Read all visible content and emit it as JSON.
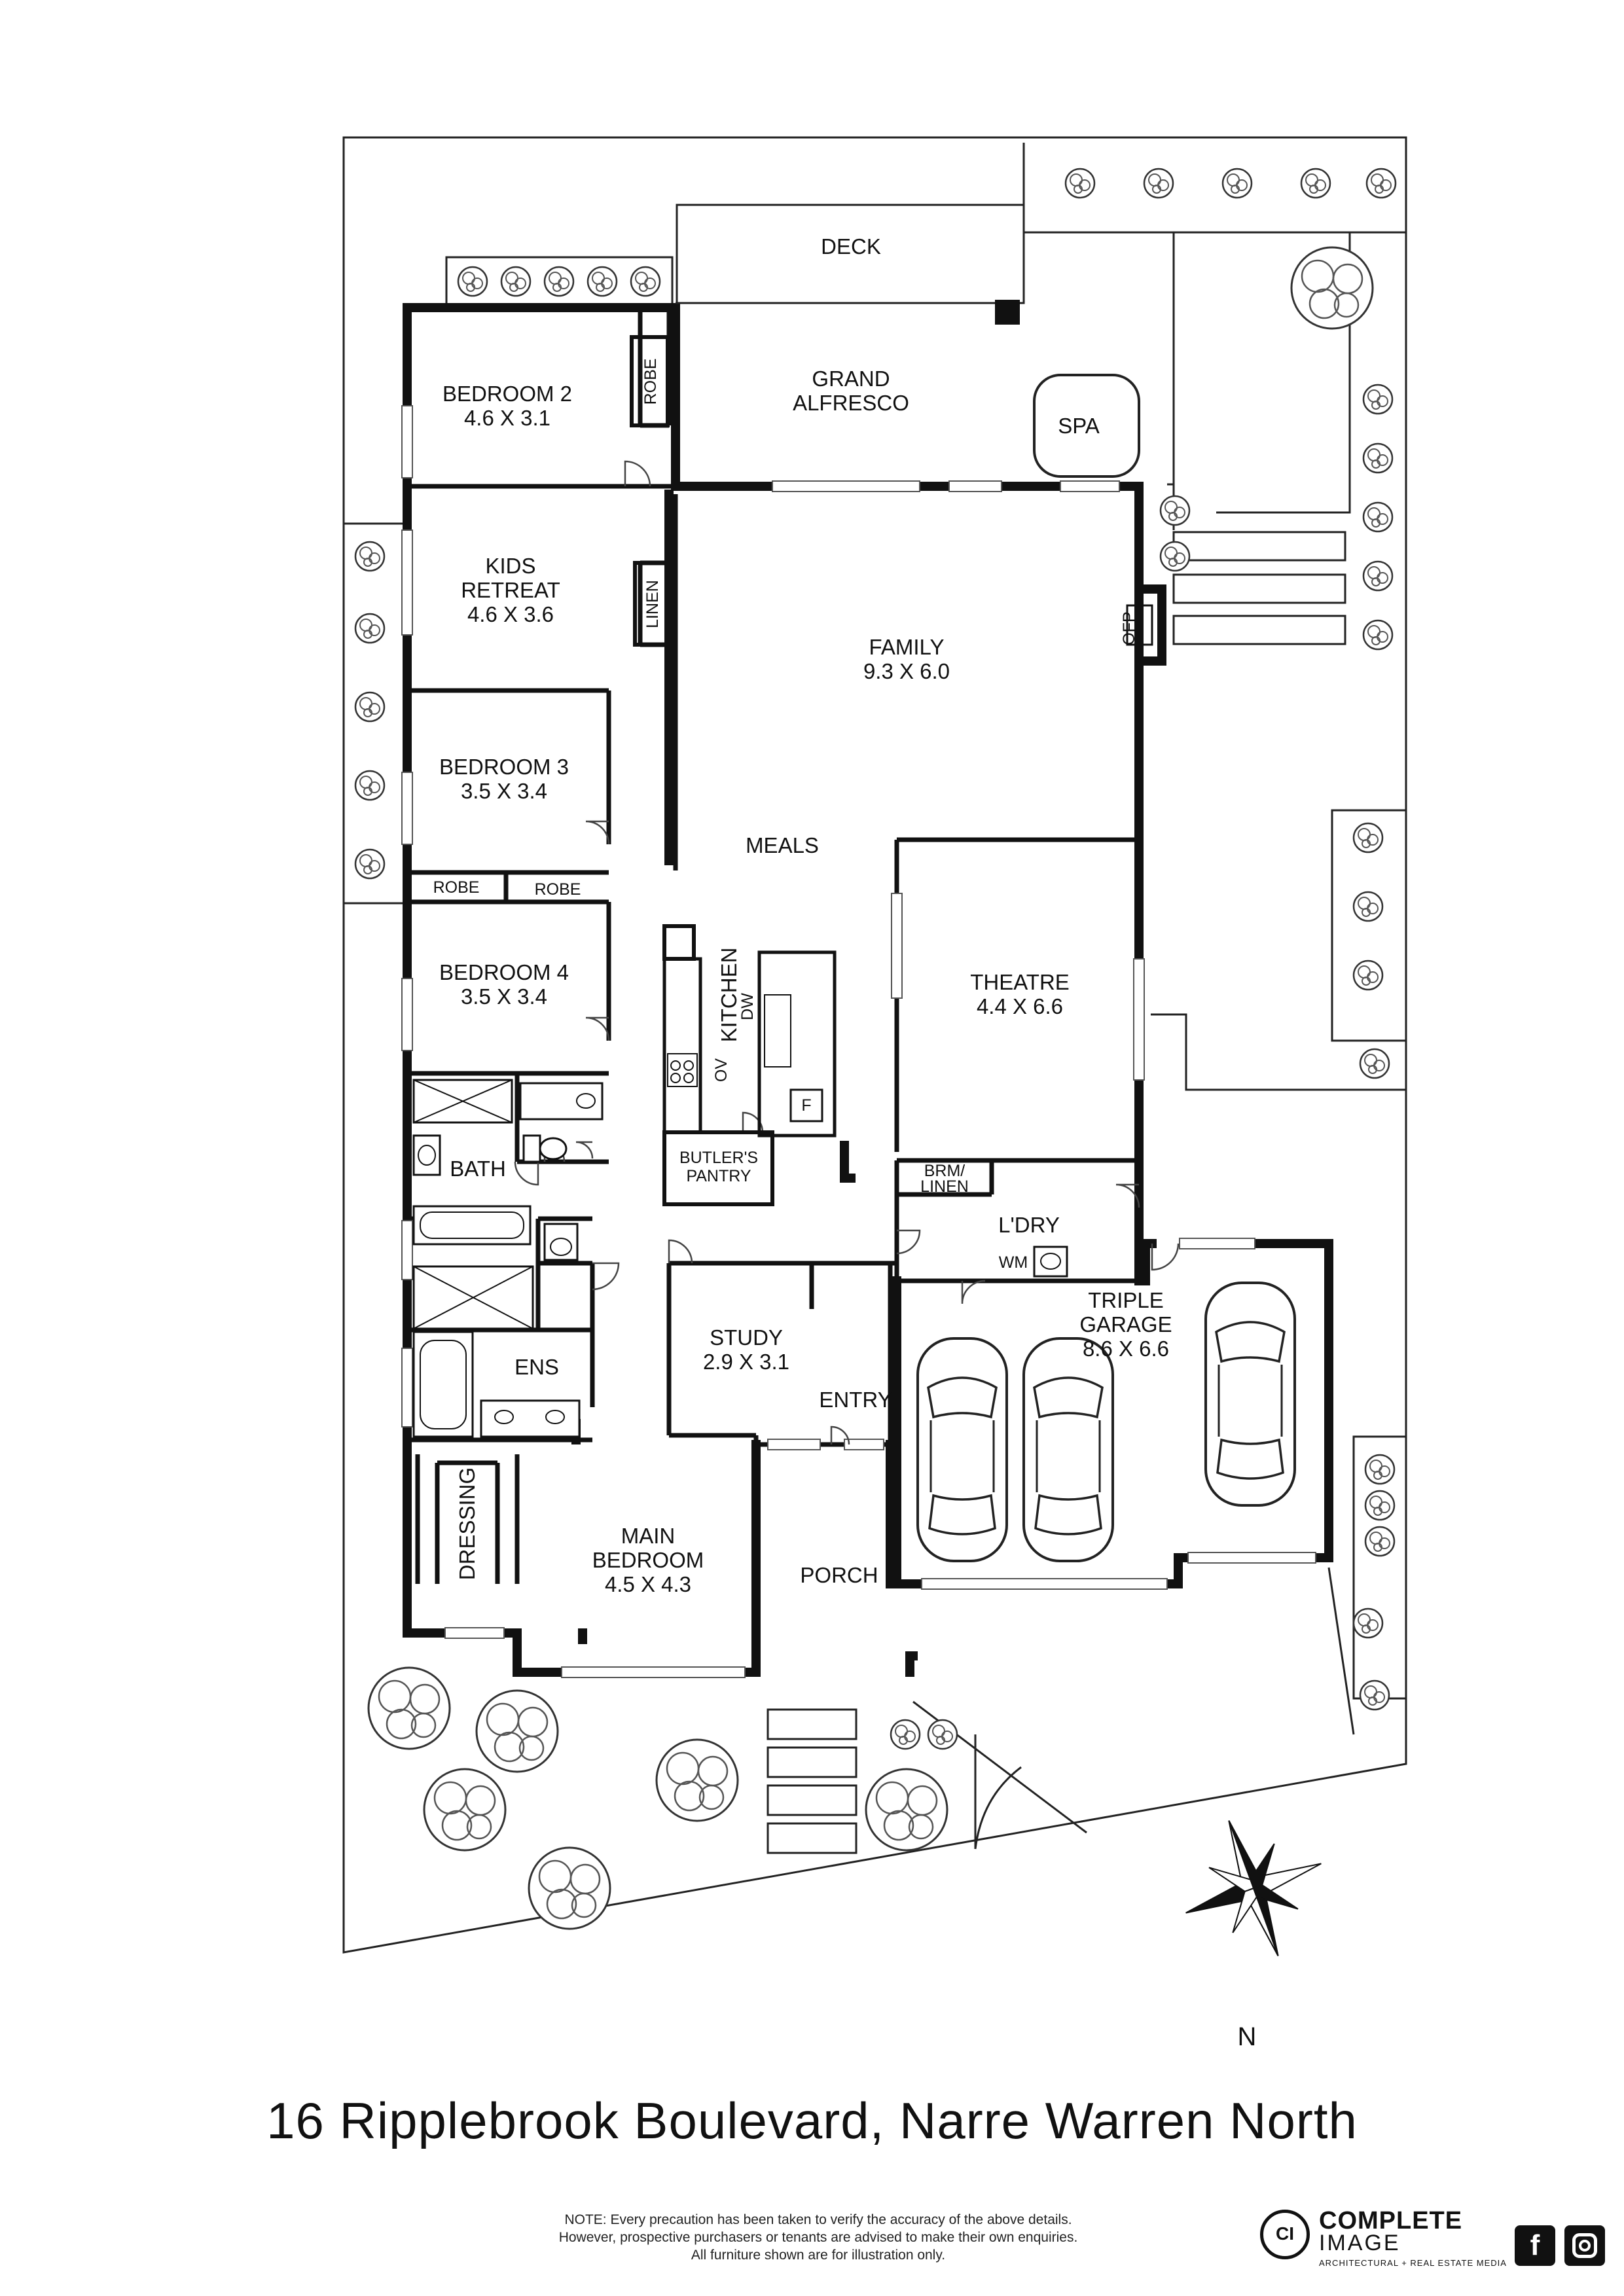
{
  "address": "16 Ripplebrook Boulevard, Narre Warren North",
  "note_lines": [
    "NOTE: Every precaution has been taken to verify the accuracy of the above details.",
    "However, prospective purchasers or tenants are advised to make their own enquiries.",
    "All furniture shown are for illustration only."
  ],
  "brand": {
    "mark": "CI",
    "name_line1": "COMPLETE",
    "name_line2": "IMAGE",
    "tagline": "ARCHITECTURAL + REAL ESTATE MEDIA"
  },
  "social": {
    "facebook": "f"
  },
  "compass_label": "N",
  "rooms": {
    "deck": "DECK",
    "grand_alfresco": [
      "GRAND",
      "ALFRESCO"
    ],
    "spa": "SPA",
    "bedroom2": [
      "BEDROOM 2",
      "4.6 X 3.1"
    ],
    "robe_bed2": "ROBE",
    "kids_retreat": [
      "KIDS",
      "RETREAT",
      "4.6 X 3.6"
    ],
    "linen": "LINEN",
    "family": [
      "FAMILY",
      "9.3 X 6.0"
    ],
    "opf": "OFP",
    "bedroom3": [
      "BEDROOM 3",
      "3.5 X 3.4"
    ],
    "robe_a": "ROBE",
    "robe_b": "ROBE",
    "meals": "MEALS",
    "bedroom4": [
      "BEDROOM 4",
      "3.5 X 3.4"
    ],
    "kitchen": "KITCHEN",
    "dw": "DW",
    "ov": "OV",
    "theatre": [
      "THEATRE",
      "4.4 X 6.6"
    ],
    "bath": "BATH",
    "butlers_pantry": [
      "BUTLER'S",
      "PANTRY"
    ],
    "fridge": "F",
    "brm_linen": [
      "BRM/",
      "LINEN"
    ],
    "laundry": "L'DRY",
    "wm": "WM",
    "ens": "ENS",
    "study": [
      "STUDY",
      "2.9 X 3.1"
    ],
    "entry": "ENTRY",
    "triple_garage": [
      "TRIPLE",
      "GARAGE",
      "8.6 X 6.6"
    ],
    "dressing": "DRESSING",
    "main_bedroom": [
      "MAIN",
      "BEDROOM",
      "4.5 X 4.3"
    ],
    "porch": "PORCH"
  }
}
